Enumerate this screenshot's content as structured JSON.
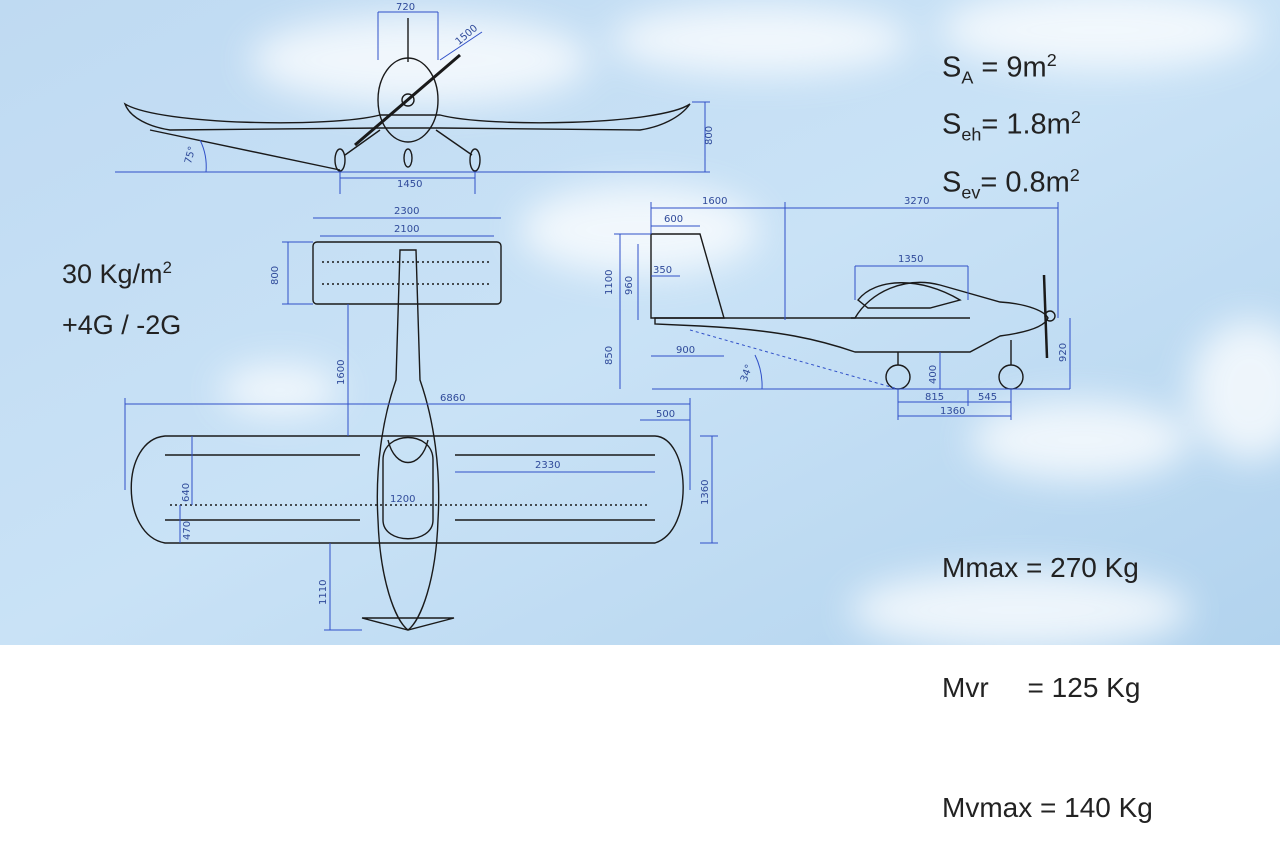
{
  "areas": {
    "sa": {
      "sym": "S",
      "sub": "A",
      "value": "= 9m",
      "sup": "2"
    },
    "seh": {
      "sym": "S",
      "sub": "eh",
      "value": "= 1.8m",
      "sup": "2"
    },
    "sev": {
      "sym": "S",
      "sub": "ev",
      "value": "= 0.8m",
      "sup": "2"
    }
  },
  "loading": {
    "wing_loading": "30 Kg/m",
    "wing_loading_sup": "2",
    "g_limits": "+4G / -2G"
  },
  "masses": {
    "mmax": "Mmax = 270 Kg",
    "mvr": "Mvr     = 125 Kg",
    "mvmax": "Mvmax = 140 Kg"
  },
  "front_view": {
    "d_720": "720",
    "d_1500": "1500",
    "d_800": "800",
    "d_1450": "1450",
    "d_75": "75°"
  },
  "top_view": {
    "d_2300": "2300",
    "d_2100": "2100",
    "d_800": "800",
    "d_1600": "1600",
    "d_6860": "6860",
    "d_500": "500",
    "d_2330": "2330",
    "d_1360": "1360",
    "d_1200": "1200",
    "d_1110": "1110",
    "d_470": "470",
    "d_640": "640"
  },
  "side_view": {
    "d_1600": "1600",
    "d_3270": "3270",
    "d_600": "600",
    "d_1350": "1350",
    "d_1100": "1100",
    "d_960": "960",
    "d_350": "350",
    "d_850": "850",
    "d_900": "900",
    "d_34": "34°",
    "d_400": "400",
    "d_920": "920",
    "d_815": "815",
    "d_545": "545",
    "d_1360": "1360"
  }
}
